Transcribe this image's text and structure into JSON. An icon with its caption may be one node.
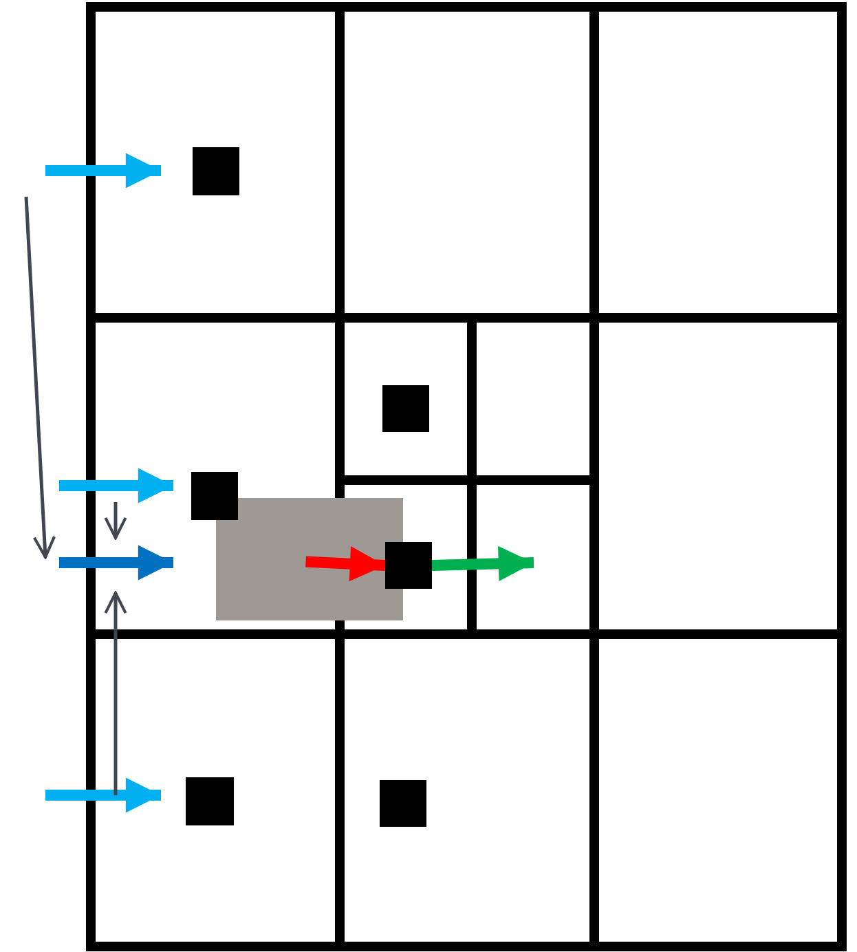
{
  "diagram": {
    "nodes": [
      {
        "text": [],
        "shape": "box"
      },
      {
        "text": [],
        "shape": "box"
      },
      {
        "text": [],
        "shape": "box"
      },
      {
        "text": [],
        "shape": "box"
      },
      {
        "text": [],
        "shape": "box"
      },
      {
        "text": [],
        "shape": "box"
      },
      {
        "text": [],
        "shape": "box"
      }
    ],
    "edges": [
      {
        "from": 3,
        "to": 4,
        "arrow": "to",
        "color": "#ff0000"
      },
      {
        "from": 4,
        "to": null,
        "arrow": "to",
        "color": "#00b050"
      }
    ]
  }
}
